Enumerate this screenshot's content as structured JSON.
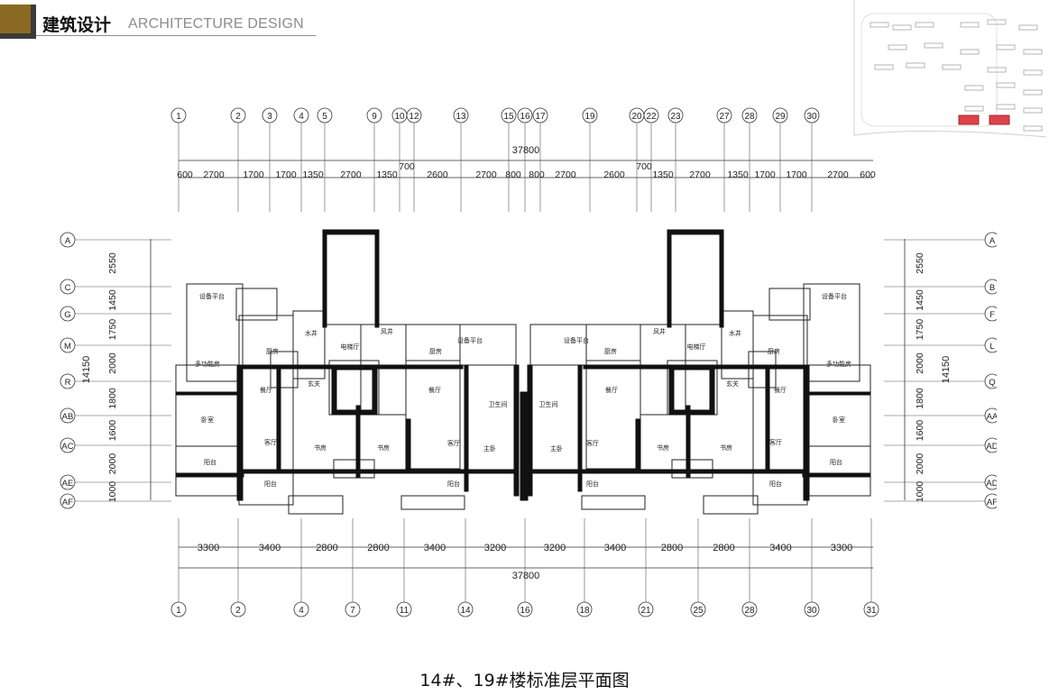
{
  "header": {
    "title": "建筑设计",
    "subtitle": "ARCHITECTURE DESIGN",
    "accent_gold": "#8a6a22",
    "accent_dark": "#3a3a3a"
  },
  "caption": "14#、19#楼标准层平面图",
  "keyplan": {
    "highlight_color": "#e0424a"
  },
  "plan": {
    "top_axes": [
      "1",
      "2",
      "3",
      "4",
      "5",
      "9",
      "10",
      "12",
      "13",
      "15",
      "16",
      "17",
      "19",
      "20",
      "22",
      "23",
      "27",
      "28",
      "29",
      "30"
    ],
    "bottom_axes": [
      "1",
      "2",
      "4",
      "7",
      "11",
      "14",
      "16",
      "18",
      "21",
      "25",
      "28",
      "30",
      "31"
    ],
    "total_width_top": "37800",
    "total_width_bottom": "37800",
    "top_dims": [
      "600",
      "2700",
      "1700",
      "1700",
      "1350",
      "2700",
      "1350",
      "700",
      "2600",
      "2700",
      "800",
      "800",
      "2700",
      "2600",
      "700",
      "1350",
      "2700",
      "1350",
      "1700",
      "1700",
      "2700",
      "600"
    ],
    "bottom_dims": [
      "3300",
      "3400",
      "2800",
      "2800",
      "3400",
      "3200",
      "3200",
      "3400",
      "2800",
      "2800",
      "3400",
      "3300"
    ],
    "left_axes": [
      "A",
      "C",
      "G",
      "M",
      "R",
      "AB",
      "AC",
      "AE",
      "AF"
    ],
    "right_axes": [
      "A",
      "B",
      "F",
      "L",
      "Q",
      "AA",
      "AD",
      "AD",
      "AF"
    ],
    "vert_dims": [
      "2550",
      "1450",
      "1750",
      "2000",
      "1800",
      "1600",
      "2000",
      "1000"
    ],
    "total_depth": "14150",
    "rooms": {
      "equip": "设备平台",
      "water_well": "水井",
      "elevator_hall": "电梯厅",
      "wind_well": "风井",
      "multi_room": "多功能房",
      "foyer": "玄关",
      "dining": "餐厅",
      "kitchen": "厨房",
      "bedroom": "卧室",
      "study": "书房",
      "living": "客厅",
      "bath": "卫生间",
      "balcony": "阳台",
      "master_bed": "主卧"
    }
  }
}
